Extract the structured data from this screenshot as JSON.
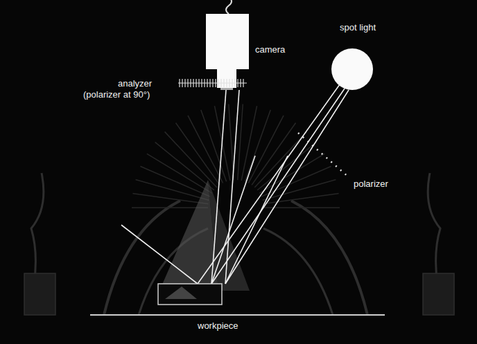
{
  "diagram": {
    "labels": [
      "camera",
      "spot light",
      "analyzer",
      "(polarizer at 90°)",
      "polarizer",
      "workpiece"
    ]
  }
}
